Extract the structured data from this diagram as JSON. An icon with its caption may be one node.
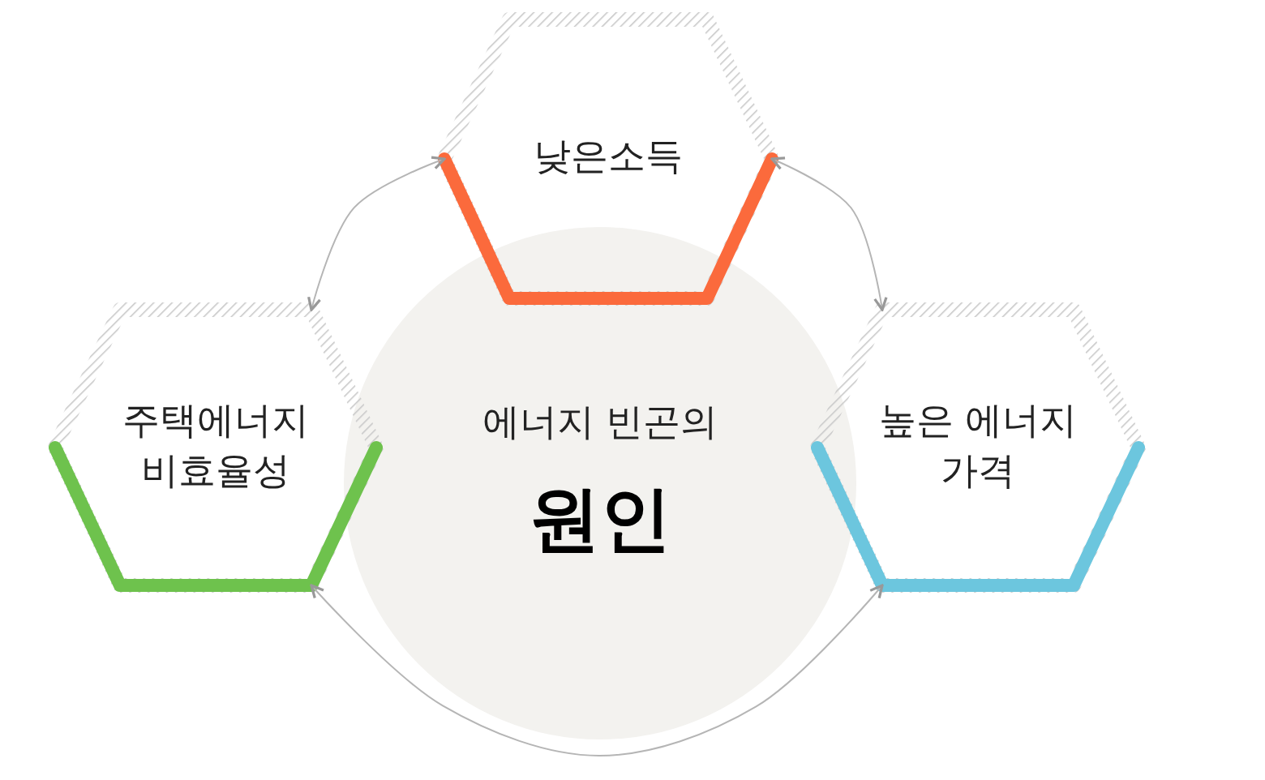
{
  "diagram": {
    "nodes": [
      {
        "text": [
          "에너지 빈곤의",
          "원인"
        ]
      },
      {
        "text": [
          "낮은소득"
        ]
      },
      {
        "text": [
          "주택에너지 비효율성"
        ]
      },
      {
        "text": [
          "높은 에너지 가격"
        ]
      }
    ],
    "edges": [
      {
        "from": 1,
        "to": 2,
        "arrow": "both"
      },
      {
        "from": 1,
        "to": 3,
        "arrow": "both"
      },
      {
        "from": 2,
        "to": 3,
        "arrow": "both"
      }
    ]
  }
}
